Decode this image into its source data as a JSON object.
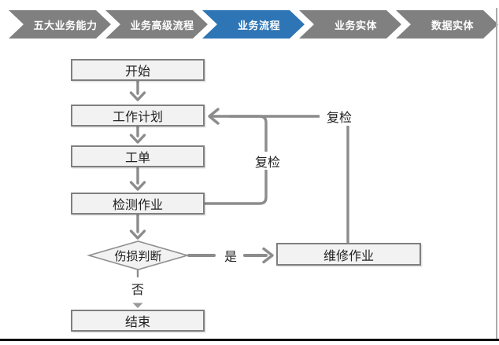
{
  "nav": {
    "items": [
      {
        "label": "五大业务能力",
        "active": false
      },
      {
        "label": "业务高级流程",
        "active": false
      },
      {
        "label": "业务流程",
        "active": true
      },
      {
        "label": "业务实体",
        "active": false
      },
      {
        "label": "数据实体",
        "active": false
      }
    ]
  },
  "flowchart": {
    "nodes": {
      "start": {
        "label": "开始"
      },
      "plan": {
        "label": "工作计划"
      },
      "order": {
        "label": "工单"
      },
      "inspect": {
        "label": "检测作业"
      },
      "decision": {
        "label": "伤损判断"
      },
      "repair": {
        "label": "维修作业"
      },
      "end": {
        "label": "结束"
      }
    },
    "edge_labels": {
      "recheck_inner": "复检",
      "recheck_outer": "复检",
      "yes": "是",
      "no": "否"
    }
  },
  "colors": {
    "accent_blue": "#2E75B5",
    "step_gray": "#808080",
    "node_fill": "#F2F2F2",
    "node_border": "#7F7F7F",
    "connector": "#8C8C8C",
    "bottom_rule": "#000000"
  }
}
